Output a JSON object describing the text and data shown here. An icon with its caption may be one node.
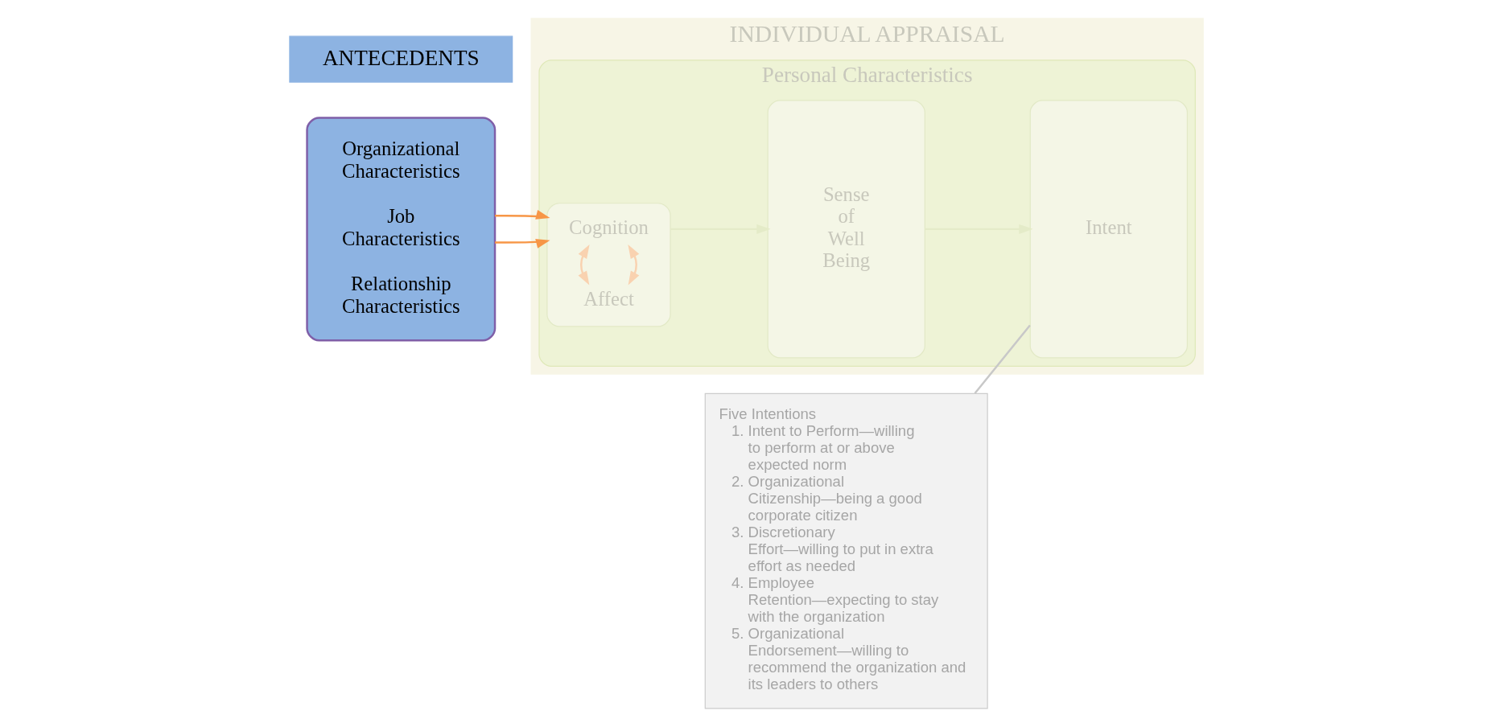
{
  "diagram": {
    "nodes": [
      {
        "text": [
          "ANTECEDENTS"
        ]
      },
      {
        "text": [
          "Organizational Characteristics",
          "Job Characteristics",
          "Relationship Characteristics"
        ]
      },
      {
        "text": [
          "INDIVIDUAL APPRAISAL"
        ]
      },
      {
        "text": [
          "Personal Characteristics"
        ],
        "in": 2
      },
      {
        "text": [],
        "shape": "box",
        "in": 3
      },
      {
        "text": [
          "Cognition"
        ],
        "in": 4
      },
      {
        "text": [
          "Affect"
        ],
        "in": 4
      },
      {
        "text": [
          "Sense of Well Being"
        ],
        "in": 3
      },
      {
        "text": [
          "Intent"
        ],
        "in": 3
      },
      {
        "text": [
          "Five Intentions",
          "1. Intent to Perform—willing to perform at or above expected norm",
          "2. Organizational Citizenship—being a good corporate citizen",
          "3. Discretionary Effort—willing to put in extra effort as needed",
          "4. Employee Retention—expecting to stay with the organization",
          "5. Organizational Endorsement—willing to recommend the organization and its leaders to others"
        ]
      }
    ],
    "edges": [
      {
        "from": 1,
        "to": 4,
        "arrow": "to",
        "color": "#f79646"
      },
      {
        "from": 1,
        "to": 4,
        "arrow": "to",
        "color": "#f79646"
      },
      {
        "from": 5,
        "to": 6,
        "arrow": "both",
        "color": "#f9d2b0"
      },
      {
        "from": 5,
        "to": 6,
        "arrow": "both",
        "color": "#f9d2b0"
      },
      {
        "from": 4,
        "to": 7,
        "arrow": "to",
        "color": "#e4ebc8"
      },
      {
        "from": 7,
        "to": 8,
        "arrow": "to",
        "color": "#e4ebc8"
      },
      {
        "from": 9,
        "to": 8,
        "arrow": "none",
        "color": "#c8c8c8"
      }
    ]
  }
}
